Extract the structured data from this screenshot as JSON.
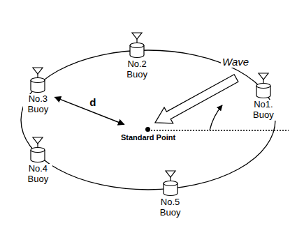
{
  "diagram": {
    "nodes": [
      {
        "text": [
          "No.2 Buoy"
        ]
      },
      {
        "text": [
          "No.3 Buoy"
        ]
      },
      {
        "text": [
          "No1. Buoy"
        ]
      },
      {
        "text": [
          "Standard Point"
        ]
      },
      {
        "text": [
          "No.4 Buoy"
        ]
      },
      {
        "text": [
          "No.5 Buoy"
        ]
      }
    ],
    "edges": [
      {
        "from": 1,
        "to": 3,
        "label": "d",
        "arrow": "both"
      }
    ],
    "labels": [
      "Wave"
    ]
  }
}
